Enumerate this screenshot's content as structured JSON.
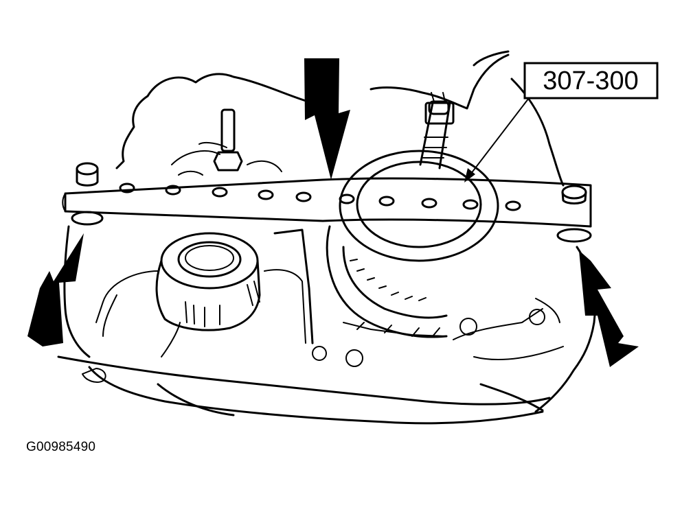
{
  "figure": {
    "callout_label": "307-300",
    "figure_id": "G00985490"
  },
  "colors": {
    "line": "#000000",
    "background": "#ffffff"
  },
  "arrows": [
    {
      "name": "arrow-top-center",
      "direction": "down"
    },
    {
      "name": "arrow-left",
      "direction": "up"
    },
    {
      "name": "arrow-right",
      "direction": "up"
    }
  ]
}
